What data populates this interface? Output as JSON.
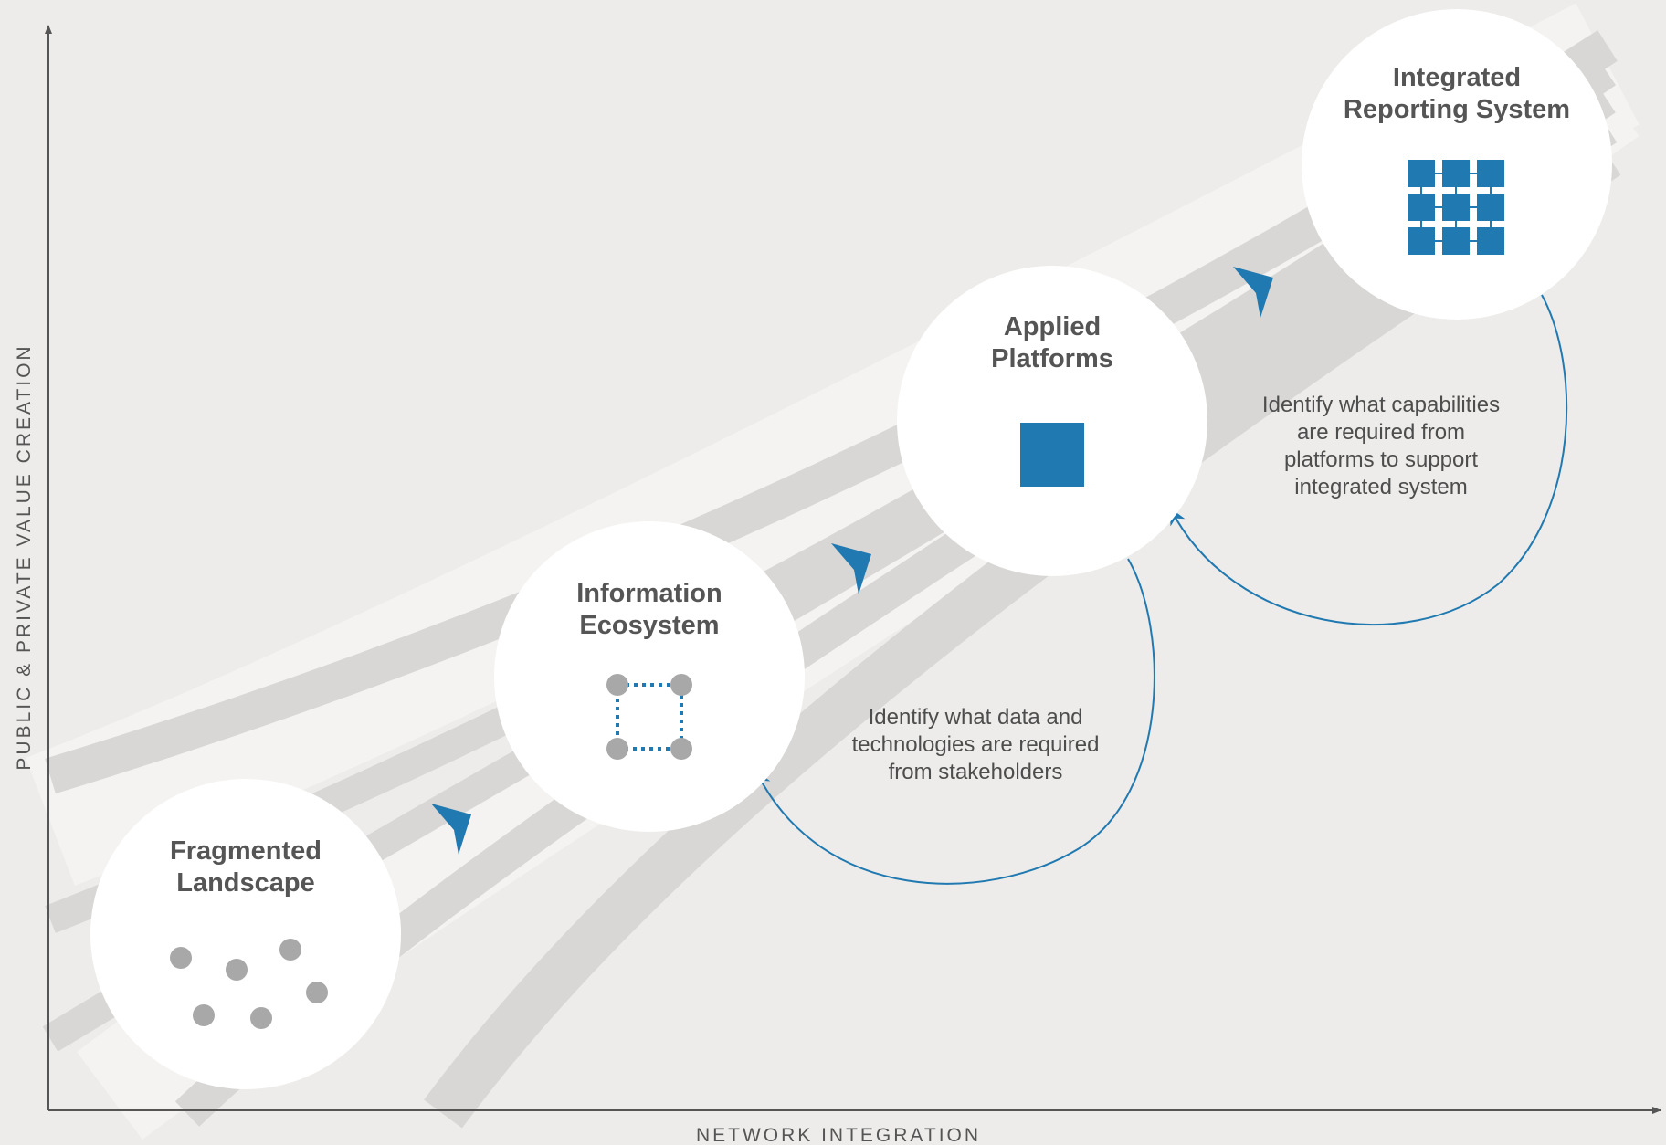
{
  "axes": {
    "x_label": "NETWORK INTEGRATION",
    "y_label": "PUBLIC & PRIVATE VALUE CREATION"
  },
  "stages": [
    {
      "title_lines": [
        "Fragmented",
        "Landscape"
      ],
      "icon": "scattered-dots-icon"
    },
    {
      "title_lines": [
        "Information",
        "Ecosystem"
      ],
      "icon": "dotted-square-network-icon"
    },
    {
      "title_lines": [
        "Applied",
        "Platforms"
      ],
      "icon": "solid-square-icon"
    },
    {
      "title_lines": [
        "Integrated",
        "Reporting System"
      ],
      "icon": "grid-network-icon"
    }
  ],
  "feedback_notes": [
    {
      "lines": [
        "Identify what data and",
        "technologies are required",
        "from stakeholders"
      ],
      "icon": "feedback-arrow-icon"
    },
    {
      "lines": [
        "Identify what capabilities",
        "are required from",
        "platforms to support",
        "integrated system"
      ],
      "icon": "feedback-arrow-icon"
    }
  ],
  "colors": {
    "background": "#edecea",
    "accent_blue": "#2079b0",
    "band_gray": "#d8d7d5",
    "dot_gray": "#a8a8a8",
    "circle_fill": "#ffffff",
    "text": "#555555"
  }
}
